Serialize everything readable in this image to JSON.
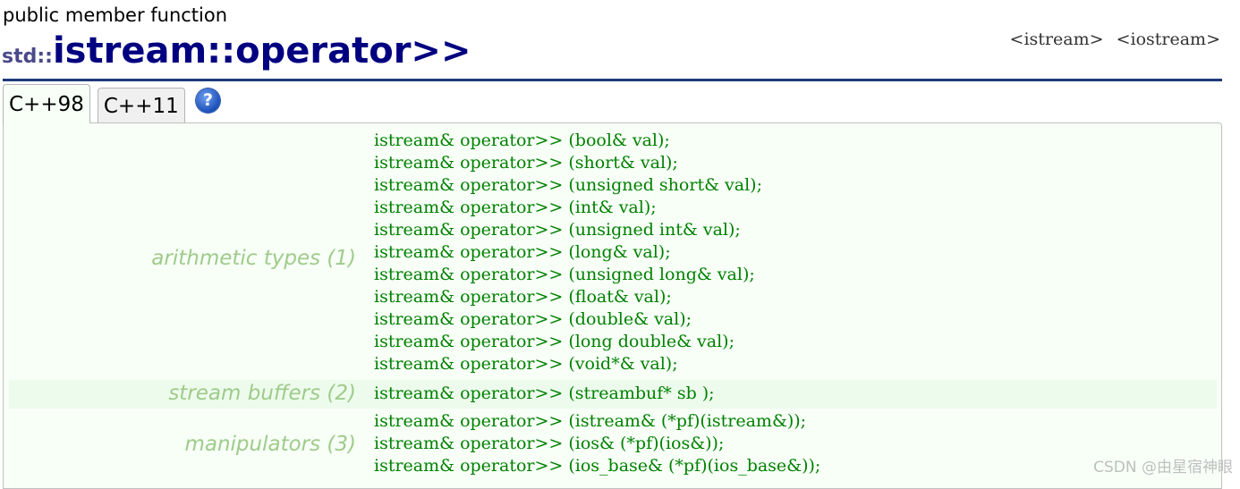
{
  "header": {
    "type_label": "public member function",
    "namespace": "std",
    "separator": "::",
    "class_name": "istream",
    "function_name": "::operator>>",
    "headers": [
      "<istream>",
      "<iostream>"
    ]
  },
  "tabs": [
    {
      "label": "C++98",
      "active": true
    },
    {
      "label": "C++11",
      "active": false
    }
  ],
  "help_icon": "help-icon",
  "groups": [
    {
      "category": "arithmetic types (1)",
      "declarations": [
        "istream& operator>> (bool& val);",
        "istream& operator>> (short& val);",
        "istream& operator>> (unsigned short& val);",
        "istream& operator>> (int& val);",
        "istream& operator>> (unsigned int& val);",
        "istream& operator>> (long& val);",
        "istream& operator>> (unsigned long& val);",
        "istream& operator>> (float& val);",
        "istream& operator>> (double& val);",
        "istream& operator>> (long double& val);",
        "istream& operator>> (void*& val);"
      ]
    },
    {
      "category": "stream buffers (2)",
      "declarations": [
        "istream& operator>> (streambuf* sb );"
      ]
    },
    {
      "category": "manipulators (3)",
      "declarations": [
        "istream& operator>> (istream& (*pf)(istream&));",
        "istream& operator>> (ios& (*pf)(ios&));",
        "istream& operator>> (ios_base& (*pf)(ios_base&));"
      ]
    }
  ],
  "watermark": "CSDN @由星宿神眼"
}
